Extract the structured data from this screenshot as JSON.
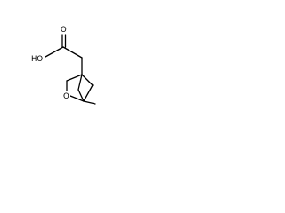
{
  "molecule": {
    "atom_labels": {
      "hydroxyl": "HO",
      "carbonyl_oxygen": "O",
      "ring_oxygen": "O"
    }
  }
}
